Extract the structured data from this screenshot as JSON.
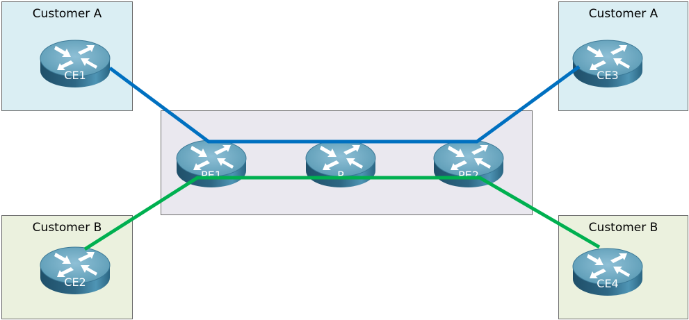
{
  "diagram": {
    "sites": [
      {
        "id": "cust-a-left",
        "label": "Customer A"
      },
      {
        "id": "cust-a-right",
        "label": "Customer A"
      },
      {
        "id": "cust-b-left",
        "label": "Customer B"
      },
      {
        "id": "cust-b-right",
        "label": "Customer B"
      }
    ],
    "routers": [
      {
        "id": "CE1",
        "label": "CE1"
      },
      {
        "id": "CE2",
        "label": "CE2"
      },
      {
        "id": "CE3",
        "label": "CE3"
      },
      {
        "id": "CE4",
        "label": "CE4"
      },
      {
        "id": "PE1",
        "label": "PE1"
      },
      {
        "id": "P",
        "label": "P"
      },
      {
        "id": "PE2",
        "label": "PE2"
      }
    ],
    "links": [
      {
        "name": "customer-a-path",
        "color": "#0070c0",
        "path": [
          "CE1",
          "PE1",
          "PE2",
          "CE3"
        ]
      },
      {
        "name": "customer-b-path",
        "color": "#00b050",
        "path": [
          "CE2",
          "PE1",
          "PE2",
          "CE4"
        ]
      }
    ],
    "colors": {
      "customer_a_bg": "#daeef3",
      "customer_b_bg": "#ebf1de",
      "provider_bg": "#eae8ef",
      "router_top": "#5b9bb5",
      "router_side": "#2e6784"
    }
  }
}
